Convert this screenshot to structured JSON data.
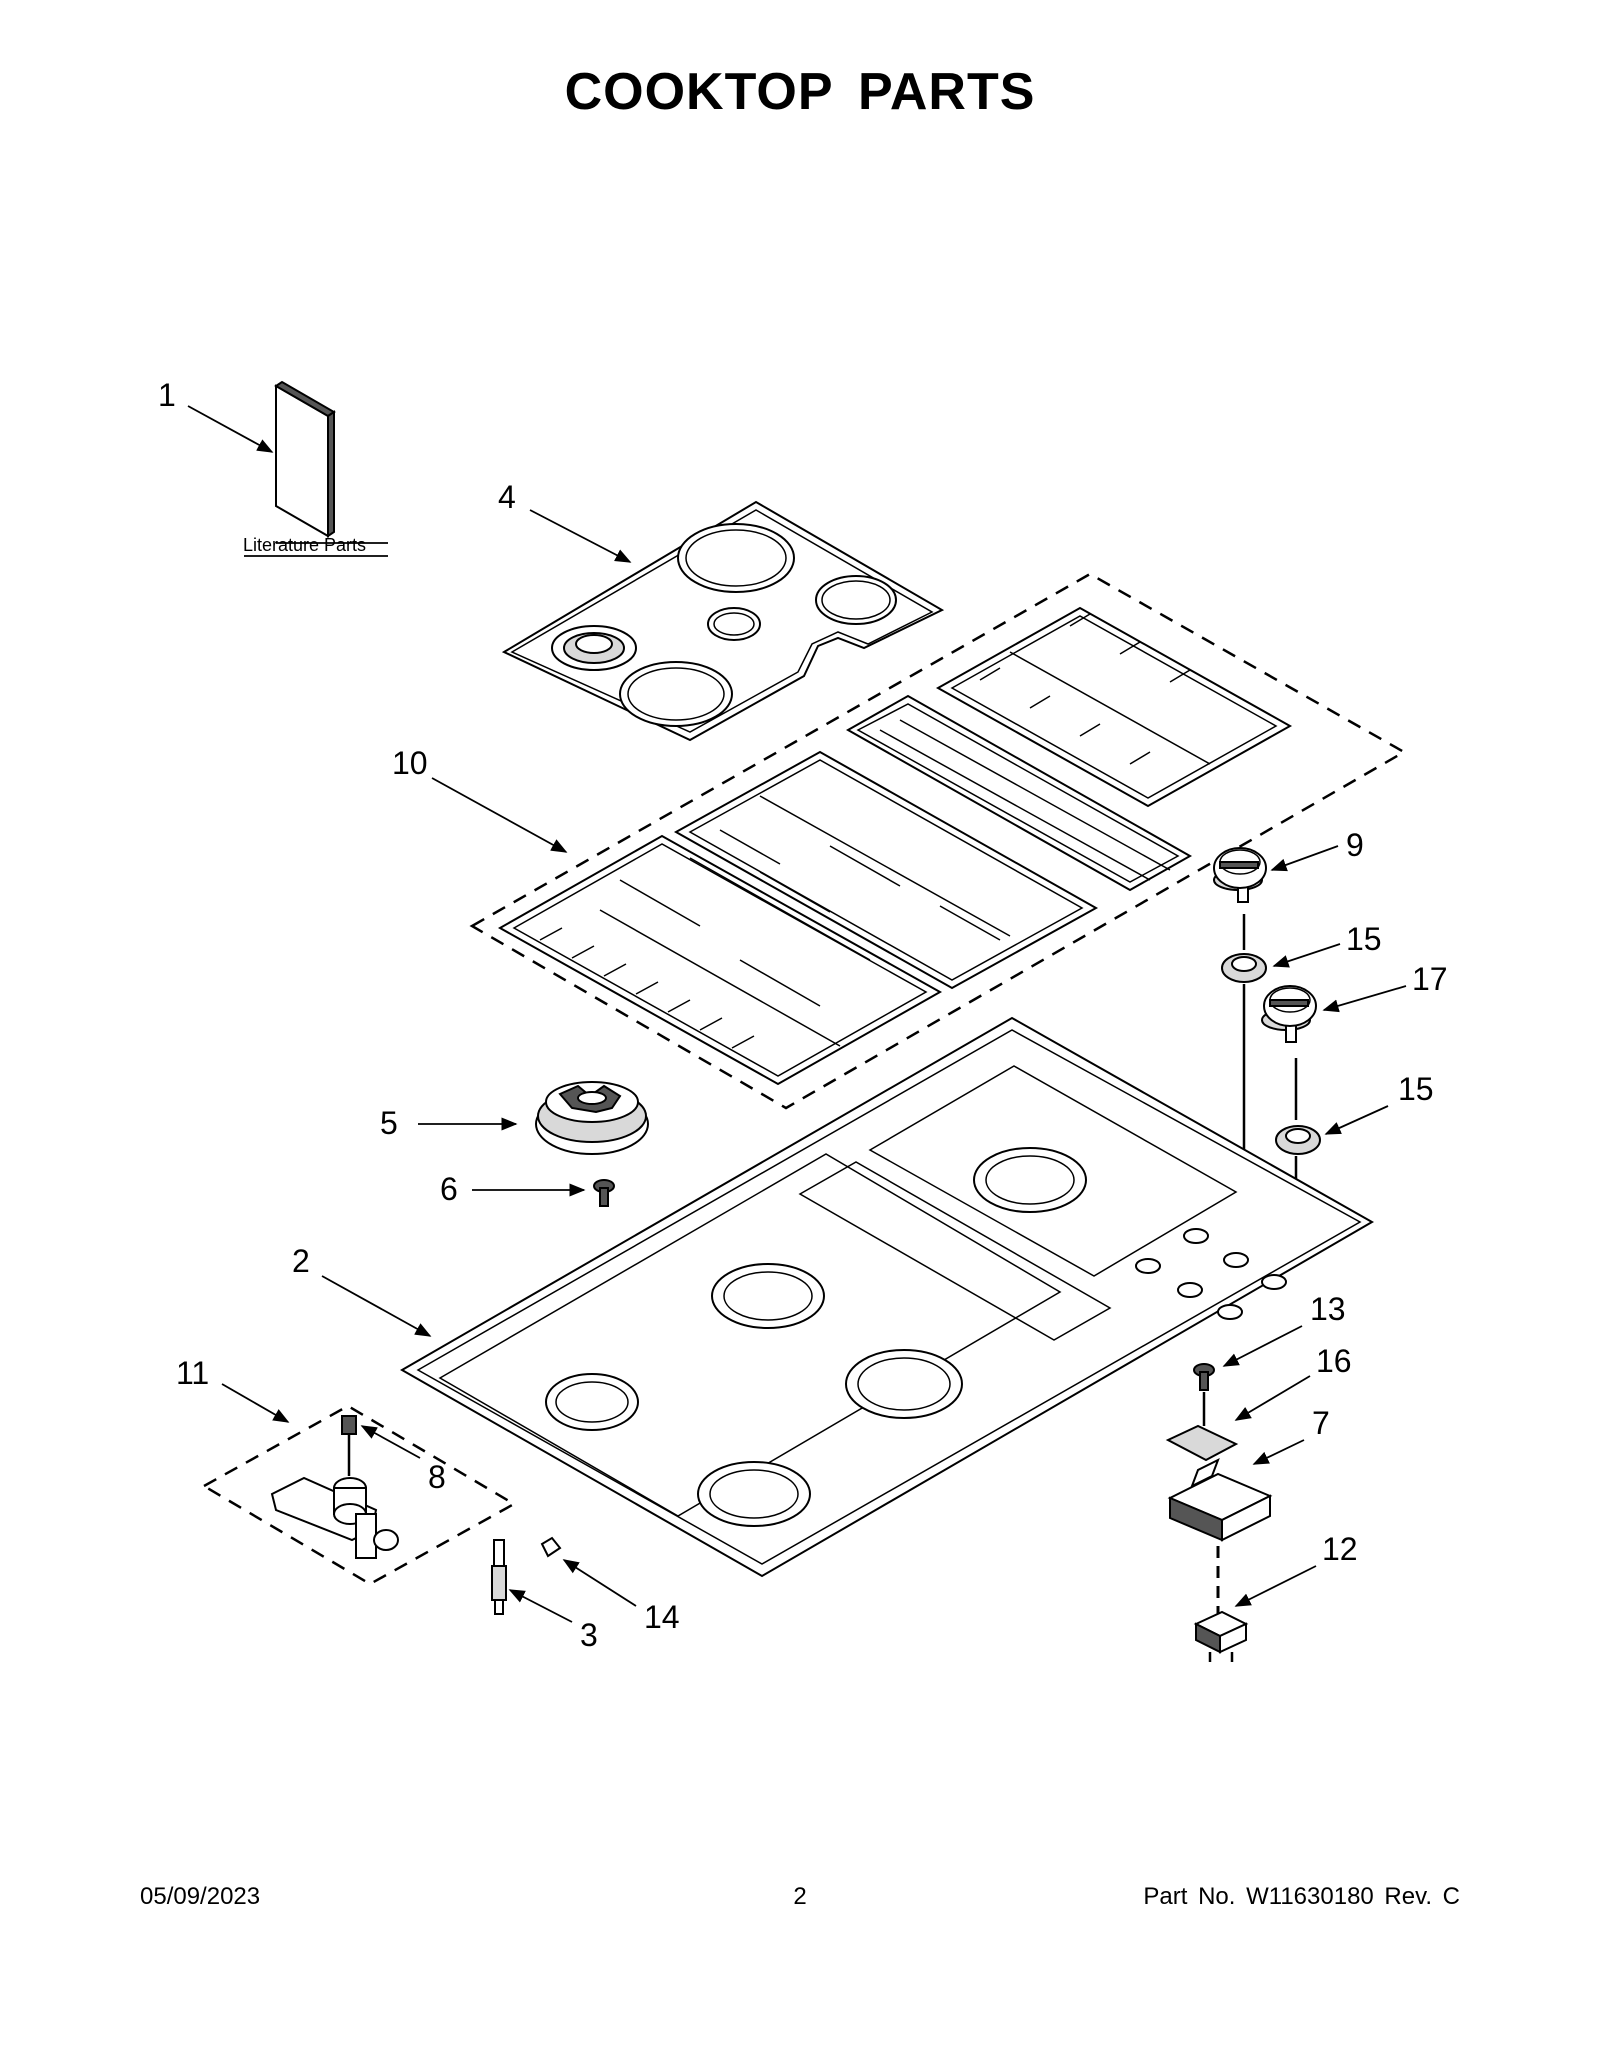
{
  "title": "COOKTOP PARTS",
  "literature_label": "Literature Parts",
  "callouts": {
    "c1": "1",
    "c2": "2",
    "c3": "3",
    "c4": "4",
    "c5": "5",
    "c6": "6",
    "c7": "7",
    "c8": "8",
    "c9": "9",
    "c10": "10",
    "c11": "11",
    "c12": "12",
    "c13": "13",
    "c14": "14",
    "c15a": "15",
    "c15b": "15",
    "c16": "16",
    "c17": "17"
  },
  "footer": {
    "date": "05/09/2023",
    "page": "2",
    "part_number": "Part No.  W11630180  Rev.  C"
  }
}
